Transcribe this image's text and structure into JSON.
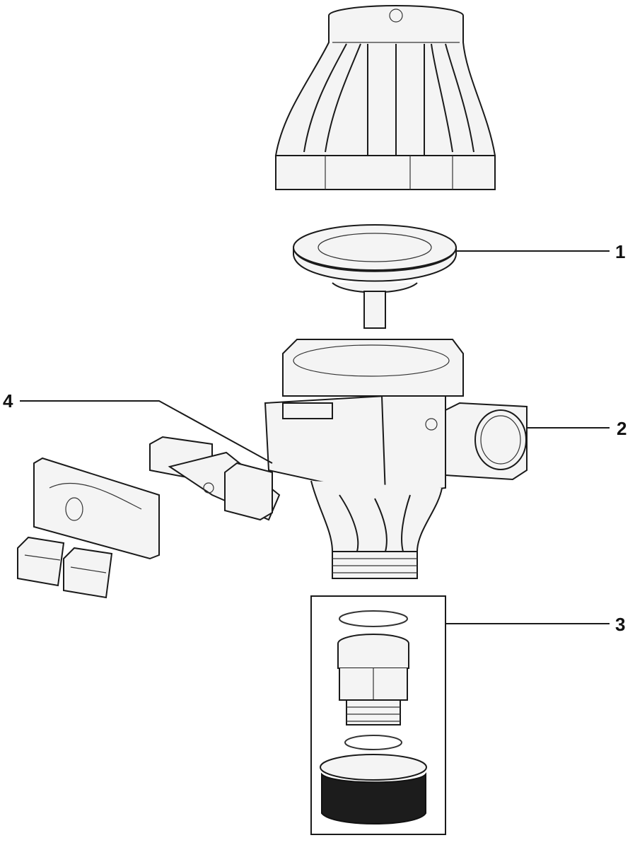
{
  "diagram": {
    "type": "exploded-view",
    "callouts": [
      {
        "number": "1",
        "part": "diaphragm-disc"
      },
      {
        "number": "2",
        "part": "body-side-housing"
      },
      {
        "number": "3",
        "part": "connector-kit"
      },
      {
        "number": "4",
        "part": "electronic-board"
      }
    ]
  }
}
